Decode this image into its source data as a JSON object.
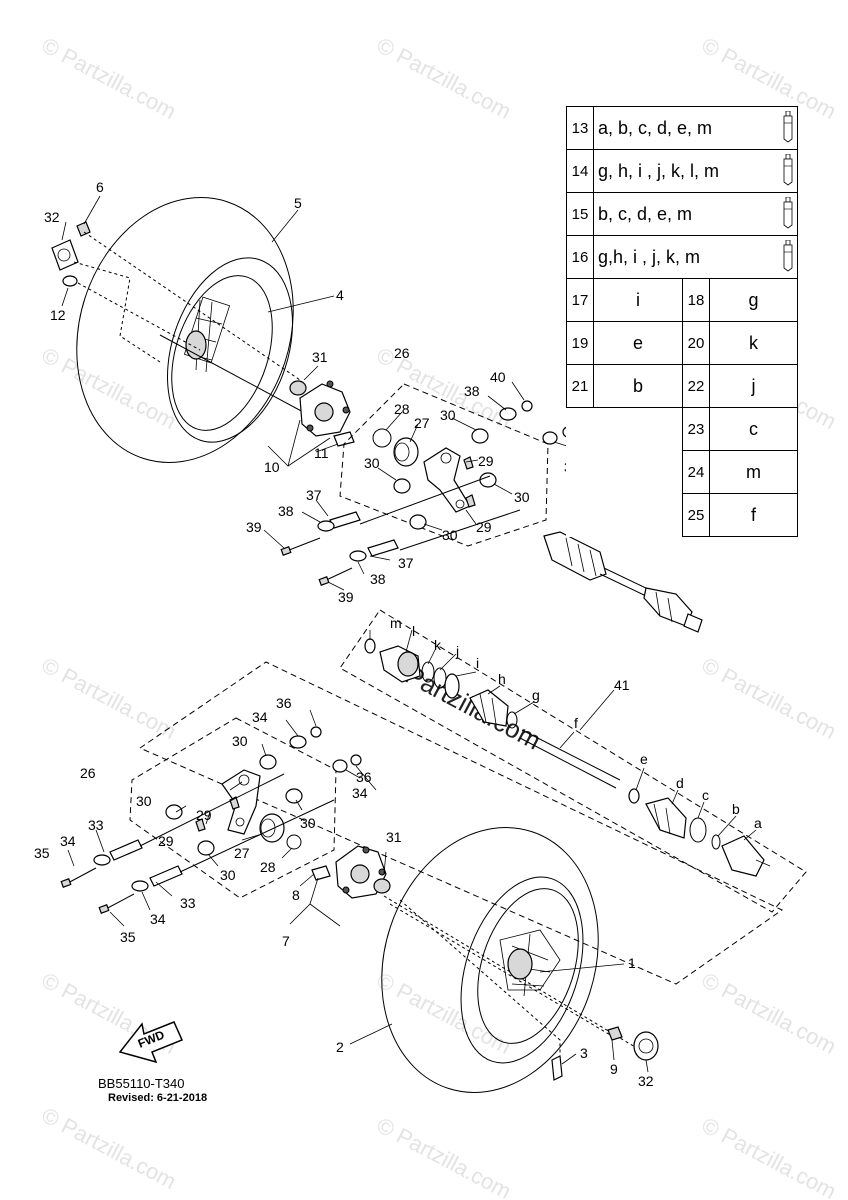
{
  "watermarks": [
    "© Partzilla.com",
    "© Partzilla.com",
    "© Partzilla.com",
    "© Partzilla.com",
    "© Partzilla.com",
    "© Partzilla.com",
    "© Partzilla.com",
    "© Partzilla.com",
    "© Partzilla.com",
    "© Partzilla.com",
    "© Partzilla.com",
    "© Partzilla.com",
    "© Partzilla.com",
    "© Partzilla.com"
  ],
  "center_watermark": "© Partzilla.com",
  "lube_table": {
    "full_rows": [
      {
        "num": "13",
        "value": "a, b, c, d, e, m",
        "icon": "grease-tube-icon"
      },
      {
        "num": "14",
        "value": "g, h, i , j, k, l, m",
        "icon": "grease-tube-icon"
      },
      {
        "num": "15",
        "value": "b, c, d, e, m",
        "icon": "grease-tube-icon"
      },
      {
        "num": "16",
        "value": "g,h, i , j, k, m",
        "icon": "grease-tube-icon"
      }
    ],
    "pair_rows": [
      {
        "left_num": "17",
        "left_val": "i",
        "right_num": "18",
        "right_val": "g"
      },
      {
        "left_num": "19",
        "left_val": "e",
        "right_num": "20",
        "right_val": "k"
      },
      {
        "left_num": "21",
        "left_val": "b",
        "right_num": "22",
        "right_val": "j"
      },
      {
        "left_num": "",
        "left_val": "",
        "right_num": "23",
        "right_val": "c"
      },
      {
        "left_num": "",
        "left_val": "",
        "right_num": "24",
        "right_val": "m"
      },
      {
        "left_num": "",
        "left_val": "",
        "right_num": "25",
        "right_val": "f"
      }
    ]
  },
  "callouts": {
    "n1": "1",
    "n2": "2",
    "n3": "3",
    "n4": "4",
    "n5": "5",
    "n6": "6",
    "n7": "7",
    "n8": "8",
    "n9": "9",
    "n10": "10",
    "n11": "11",
    "n12": "12",
    "n26a": "26",
    "n26b": "26",
    "n27a": "27",
    "n27b": "27",
    "n28a": "28",
    "n28b": "28",
    "n29a": "29",
    "n29b": "29",
    "n29c": "29",
    "n29d": "29",
    "n30a": "30",
    "n30b": "30",
    "n30c": "30",
    "n30d": "30",
    "n30e": "30",
    "n30f": "30",
    "n30g": "30",
    "n30h": "30",
    "n31a": "31",
    "n31b": "31",
    "n32a": "32",
    "n32b": "32",
    "n33a": "33",
    "n33b": "33",
    "n34a": "34",
    "n34b": "34",
    "n34c": "34",
    "n34d": "34",
    "n35a": "35",
    "n35b": "35",
    "n36a": "36",
    "n36b": "36",
    "n37a": "37",
    "n37b": "37",
    "n38a": "38",
    "n38b": "38",
    "n38c": "38",
    "n38d": "38",
    "n39a": "39",
    "n39b": "39",
    "n40a": "40",
    "n40b": "40",
    "n41": "41",
    "la": "a",
    "lb": "b",
    "lc": "c",
    "ld": "d",
    "le": "e",
    "lf": "f",
    "lg": "g",
    "lh": "h",
    "li": "i",
    "lj": "j",
    "lk": "k",
    "ll": "l",
    "lm": "m"
  },
  "fwd_label": "FWD",
  "footer": {
    "code": "BB55110-T340",
    "revised": "Revised: 6-21-2018"
  }
}
